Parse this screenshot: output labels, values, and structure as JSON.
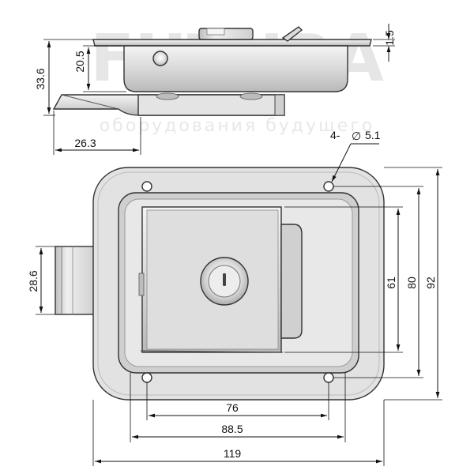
{
  "watermark": {
    "brand": "FUTURA",
    "tagline": "оборудования будущего"
  },
  "dimensions": {
    "top_thickness": "1.5",
    "top_height": "20.5",
    "total_height": "33.6",
    "handle_offset": "26.3",
    "holes": "4-",
    "hole_symbol": "∅",
    "hole_diameter": "5.1",
    "inner_height": "61",
    "hole_spacing_vertical": "80",
    "overall_height": "92",
    "bolt_height": "28.6",
    "hole_spacing_horizontal": "76",
    "inner_width": "88.5",
    "overall_width": "119"
  },
  "colors": {
    "line": "#111111",
    "metal_light": "#e9e9e9",
    "metal_mid": "#c8c8c8",
    "metal_dark": "#9a9a9a",
    "watermark": "#e6e6e6"
  }
}
